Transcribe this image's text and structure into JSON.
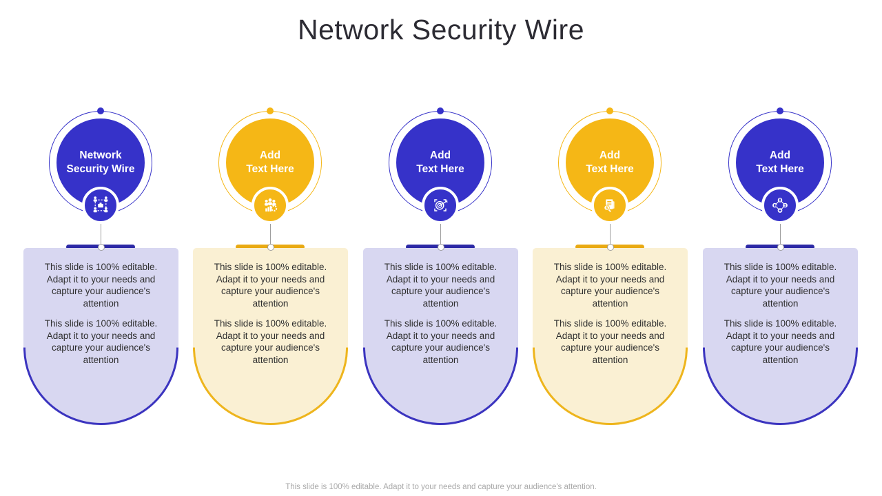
{
  "title": "Network Security Wire",
  "footer": "This slide is 100% editable. Adapt it to your needs and capture your audience's attention.",
  "colors": {
    "blue": "#3632c9",
    "blue_bar": "#2d2aa6",
    "blue_panel_bg": "#d8d7f1",
    "yellow": "#f5b716",
    "yellow_bar": "#e9aa13",
    "yellow_panel_bg": "#faf0d3",
    "connector_gray": "#9e9e9e",
    "body_text": "#2f2f2f",
    "footer_text": "#a9a9a9",
    "title_text": "#2c2b33"
  },
  "columns": [
    {
      "label": "Network\nSecurity Wire",
      "theme": "blue",
      "icon": "org-structure-icon",
      "paragraphs": [
        "This slide is 100% editable. Adapt it to your needs and capture your audience's attention",
        "This slide is 100% editable. Adapt it to your needs and capture your audience's attention"
      ]
    },
    {
      "label": "Add\nText Here",
      "theme": "yellow",
      "icon": "team-growth-icon",
      "paragraphs": [
        "This slide is 100% editable. Adapt it to your needs and capture your audience's attention",
        "This slide is 100% editable. Adapt it to your needs and capture your audience's attention"
      ]
    },
    {
      "label": "Add\nText Here",
      "theme": "blue",
      "icon": "target-arrow-icon",
      "paragraphs": [
        "This slide is 100% editable. Adapt it to your needs and capture your audience's attention",
        "This slide is 100% editable. Adapt it to your needs and capture your audience's attention"
      ]
    },
    {
      "label": "Add\nText Here",
      "theme": "yellow",
      "icon": "document-audit-icon",
      "paragraphs": [
        "This slide is 100% editable. Adapt it to your needs and capture your audience's attention",
        "This slide is 100% editable. Adapt it to your needs and capture your audience's attention"
      ]
    },
    {
      "label": "Add\nText Here",
      "theme": "blue",
      "icon": "finance-cycle-icon",
      "paragraphs": [
        "This slide is 100% editable. Adapt it to your needs and capture your audience's attention",
        "This slide is 100% editable. Adapt it to your needs and capture your audience's attention"
      ]
    }
  ]
}
